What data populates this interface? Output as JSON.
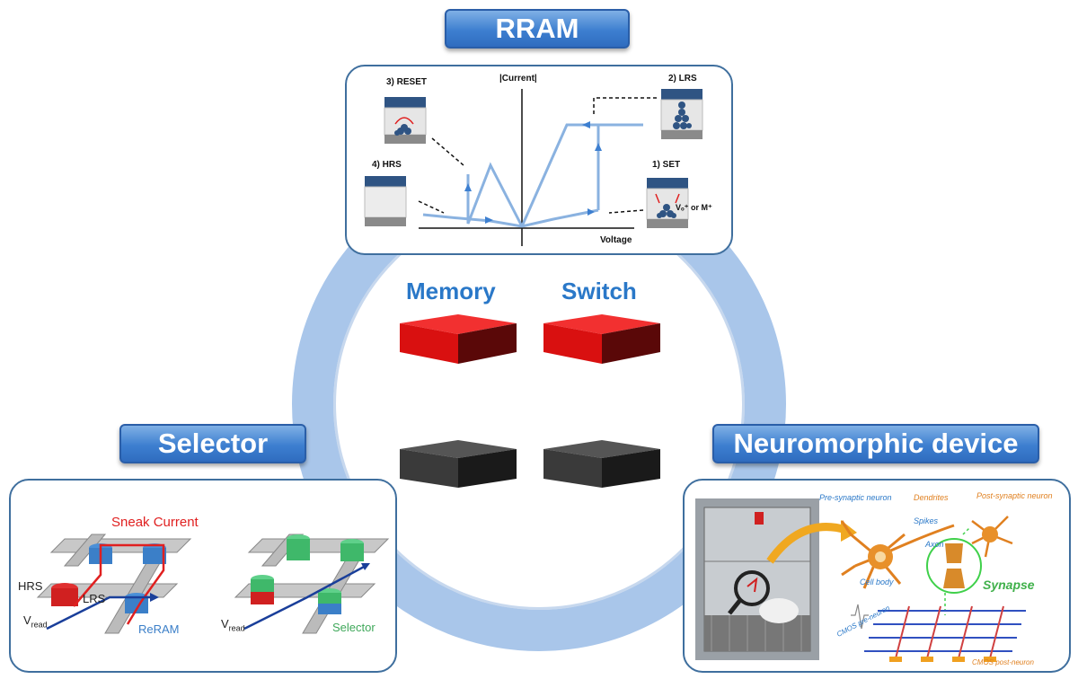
{
  "titles": {
    "rram": "RRAM",
    "selector": "Selector",
    "neuro": "Neuromorphic device"
  },
  "center": {
    "memory": "Memory",
    "switch": "Switch"
  },
  "rram_panel": {
    "y_axis": "|Current|",
    "x_axis": "Voltage",
    "reset": "3) RESET",
    "lrs": "2) LRS",
    "hrs": "4) HRS",
    "set": "1) SET",
    "set_ions": "Vₒ⁺ or M⁺"
  },
  "selector_panel": {
    "sneak": "Sneak Current",
    "hrs": "HRS",
    "lrs": "LRS",
    "vread": "V",
    "vread_sub": "read",
    "reram": "ReRAM",
    "vread2": "V",
    "vread2_sub": "read",
    "selector": "Selector"
  },
  "neuro_panel": {
    "pre": "Pre-synaptic neuron",
    "dendrites": "Dendrites",
    "post": "Post-synaptic neuron",
    "spikes": "Spikes",
    "axon": "Axon",
    "cell_body": "Cell body",
    "synapse": "Synapse",
    "cmos_pre": "CMOS pre-neuron",
    "cmos_post": "CMOS post-neuron"
  },
  "colors": {
    "tab": "#3d7fd0",
    "ring": "#a9c6ea",
    "block_red": "#e01010",
    "block_dark": "#3a3a3a",
    "label_blue": "#2a78c8"
  }
}
